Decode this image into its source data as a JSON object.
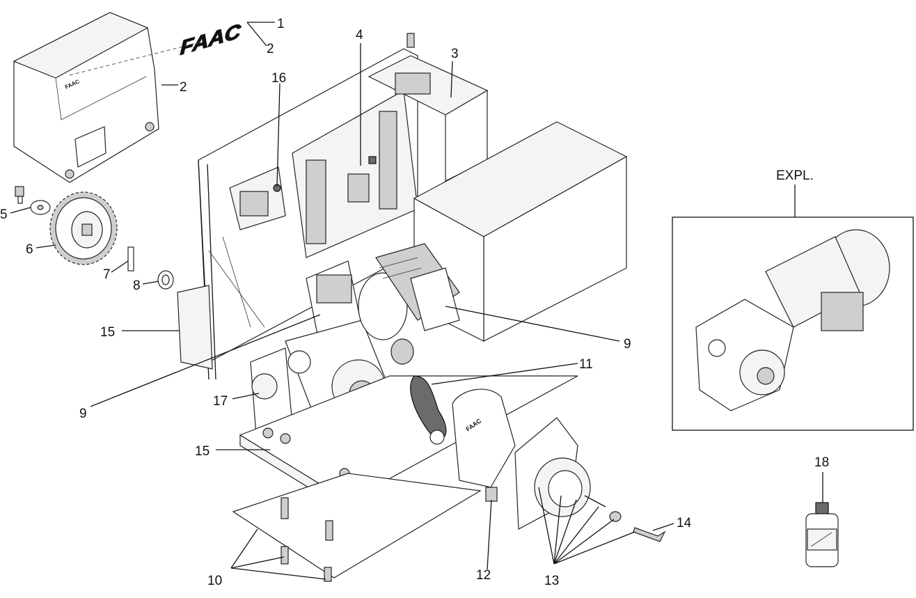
{
  "diagram": {
    "brand_text": "FAAC",
    "inset_label": "EXPL.",
    "callouts": [
      {
        "id": "c1",
        "text": "1"
      },
      {
        "id": "c2a",
        "text": "2"
      },
      {
        "id": "c2b",
        "text": "2"
      },
      {
        "id": "c3",
        "text": "3"
      },
      {
        "id": "c4",
        "text": "4"
      },
      {
        "id": "c5",
        "text": "5"
      },
      {
        "id": "c6",
        "text": "6"
      },
      {
        "id": "c7",
        "text": "7"
      },
      {
        "id": "c8",
        "text": "8"
      },
      {
        "id": "c9a",
        "text": "9"
      },
      {
        "id": "c9b",
        "text": "9"
      },
      {
        "id": "c10",
        "text": "10"
      },
      {
        "id": "c11",
        "text": "11"
      },
      {
        "id": "c12",
        "text": "12"
      },
      {
        "id": "c13",
        "text": "13"
      },
      {
        "id": "c14",
        "text": "14"
      },
      {
        "id": "c15a",
        "text": "15"
      },
      {
        "id": "c15b",
        "text": "15"
      },
      {
        "id": "c16",
        "text": "16"
      },
      {
        "id": "c17",
        "text": "17"
      },
      {
        "id": "c18",
        "text": "18"
      }
    ]
  }
}
